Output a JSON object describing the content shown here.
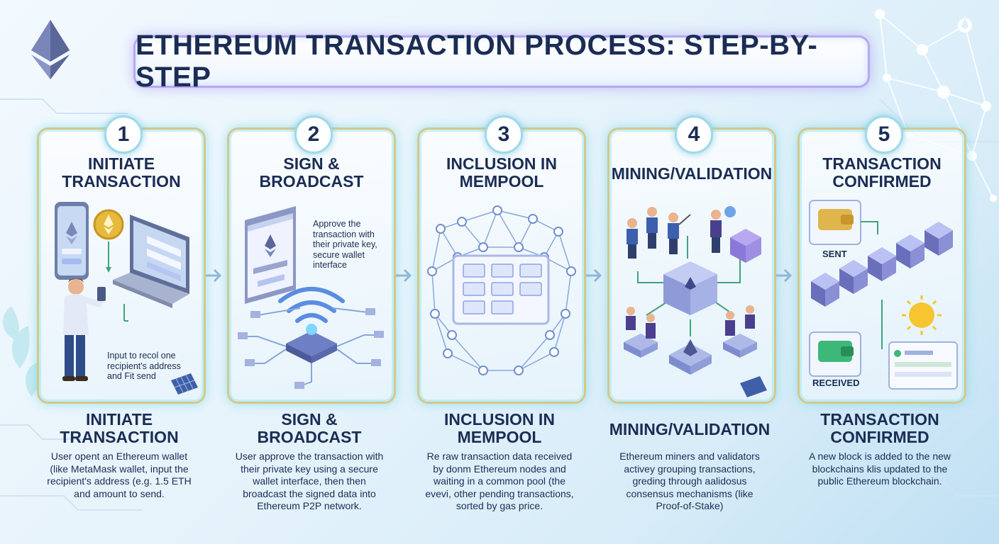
{
  "title": "ETHEREUM TRANSACTION PROCESS: STEP-BY-STEP",
  "colors": {
    "accent": "#1b2d55",
    "card_glow": "#7fdde6",
    "title_border": "#b9a7f0",
    "gold": "#e7b93c"
  },
  "steps": [
    {
      "number": "1",
      "card_title": "INITIATE\nTRANSACTION",
      "illustration_note": "Input to recol one\nrecipient's address\nand Fit send",
      "heading": "INITIATE\nTRANSACTION",
      "description": "User opent an Ethereum wallet\n(like MetaMask wallet, input the\nrecipient's address (e.g. 1.5 ETH\nand amount to send."
    },
    {
      "number": "2",
      "card_title": "SIGN &\nBROADCAST",
      "illustration_note": "Approve the\ntransaction with\ntheir private key,\nsecure wallet\ninterface",
      "heading": "SIGN &\nBROADCAST",
      "description": "User approve the transaction with\ntheir private key using a secure\nwallet interface, then then\nbroadcast the signed data into\nEthereum P2P network."
    },
    {
      "number": "3",
      "card_title": "INCLUSION IN\nMEMPOOL",
      "heading": "INCLUSION IN\nMEMPOOL",
      "description": "Re raw transaction data received\nby donm Ethereum nodes and\nwaiting in a common pool (the\nevevi, other pending transactions,\nsorted by gas price."
    },
    {
      "number": "4",
      "card_title": "MINING/VALIDATION",
      "heading": "MINING/VALIDATION",
      "description": "Ethereum miners and validators\nactivey grouping transactions,\ngreding through aalidosus\nconsensus mechanisms (like\nProof-of-Stake)"
    },
    {
      "number": "5",
      "card_title": "TRANSACTION\nCONFIRMED",
      "sent_label": "SENT",
      "received_label": "RECEIVED",
      "heading": "TRANSACTION\nCONFIRMED",
      "description": "A new block is added to the new\nblockchains klis updated to the\npublic Ethereum blockchain."
    }
  ]
}
